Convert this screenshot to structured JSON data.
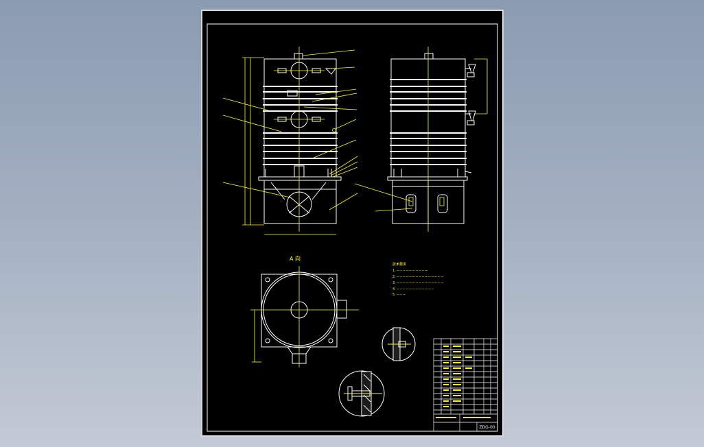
{
  "view_label": "A 向",
  "notes": [
    "技术要求",
    "1. ─ ─ ─ ─ ─ ─ ─ ─ ─ ─",
    "2. ─ ─ ─ ─ ─ ─ ─ ─ ─ ─ ─ ─ ─ ─ ─",
    "3. ─ ─ ─ ─ ─ ─ ─ ─ ─ ─ ─ ─ ─ ─ ─",
    "4. ─ ─ ─ ─ ─ ─ ─ ─ ─ ─ ─ ─",
    "5. ─ ─ ─"
  ],
  "title_block": {
    "drawing_no": "ZDG-00"
  },
  "colors": {
    "line": "#ffffff",
    "dim": "#ffff00",
    "background": "#000000",
    "frame": "#d8d8d8"
  }
}
